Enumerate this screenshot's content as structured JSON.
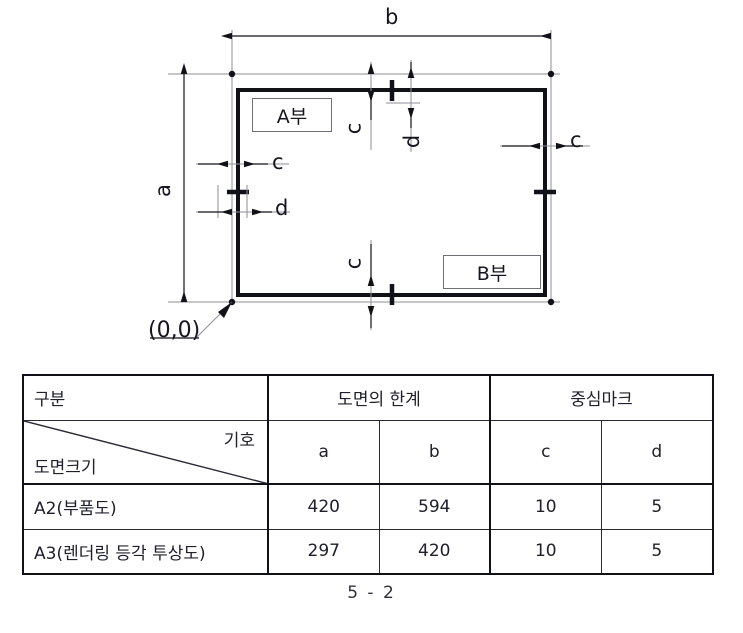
{
  "figure": {
    "name": "drawing-frame-and-centre-mark-figure",
    "origin_label": "(0,0)",
    "part_labels": {
      "a_part": "A부",
      "b_part": "B부"
    },
    "dimensions": {
      "width_overall": "b",
      "height_overall": "a",
      "top_margin": "c",
      "top_tick": "d",
      "left_margin": "c",
      "left_tick": "d",
      "right_margin": "c",
      "bottom_margin": "c"
    },
    "dimension_labels": {
      "b": "b",
      "a": "a",
      "c_top": "c",
      "d_top": "d",
      "c_left": "c",
      "d_left": "d",
      "c_right": "c",
      "c_bottom": "c"
    }
  },
  "table": {
    "name": "drawing-size-specification-table",
    "header_top": {
      "category": "구분",
      "groups": [
        {
          "label": "도면의 한계",
          "span": 2
        },
        {
          "label": "중심마크",
          "span": 2
        }
      ]
    },
    "header_sub": {
      "symbol_label": "기호",
      "size_label": "도면크기",
      "symbols": [
        "a",
        "b",
        "c",
        "d"
      ]
    },
    "rows": [
      {
        "size": "A2(부품도)",
        "a": "420",
        "b": "594",
        "c": "10",
        "d": "5"
      },
      {
        "size": "A3(렌더링 등각 투상도)",
        "a": "297",
        "b": "420",
        "c": "10",
        "d": "5"
      }
    ]
  },
  "footer": {
    "page_number": "5 - 2"
  },
  "colors": {
    "line": "#111118",
    "thin_line": "#8a8a92",
    "text": "#1a1a2a",
    "background": "#ffffff"
  }
}
